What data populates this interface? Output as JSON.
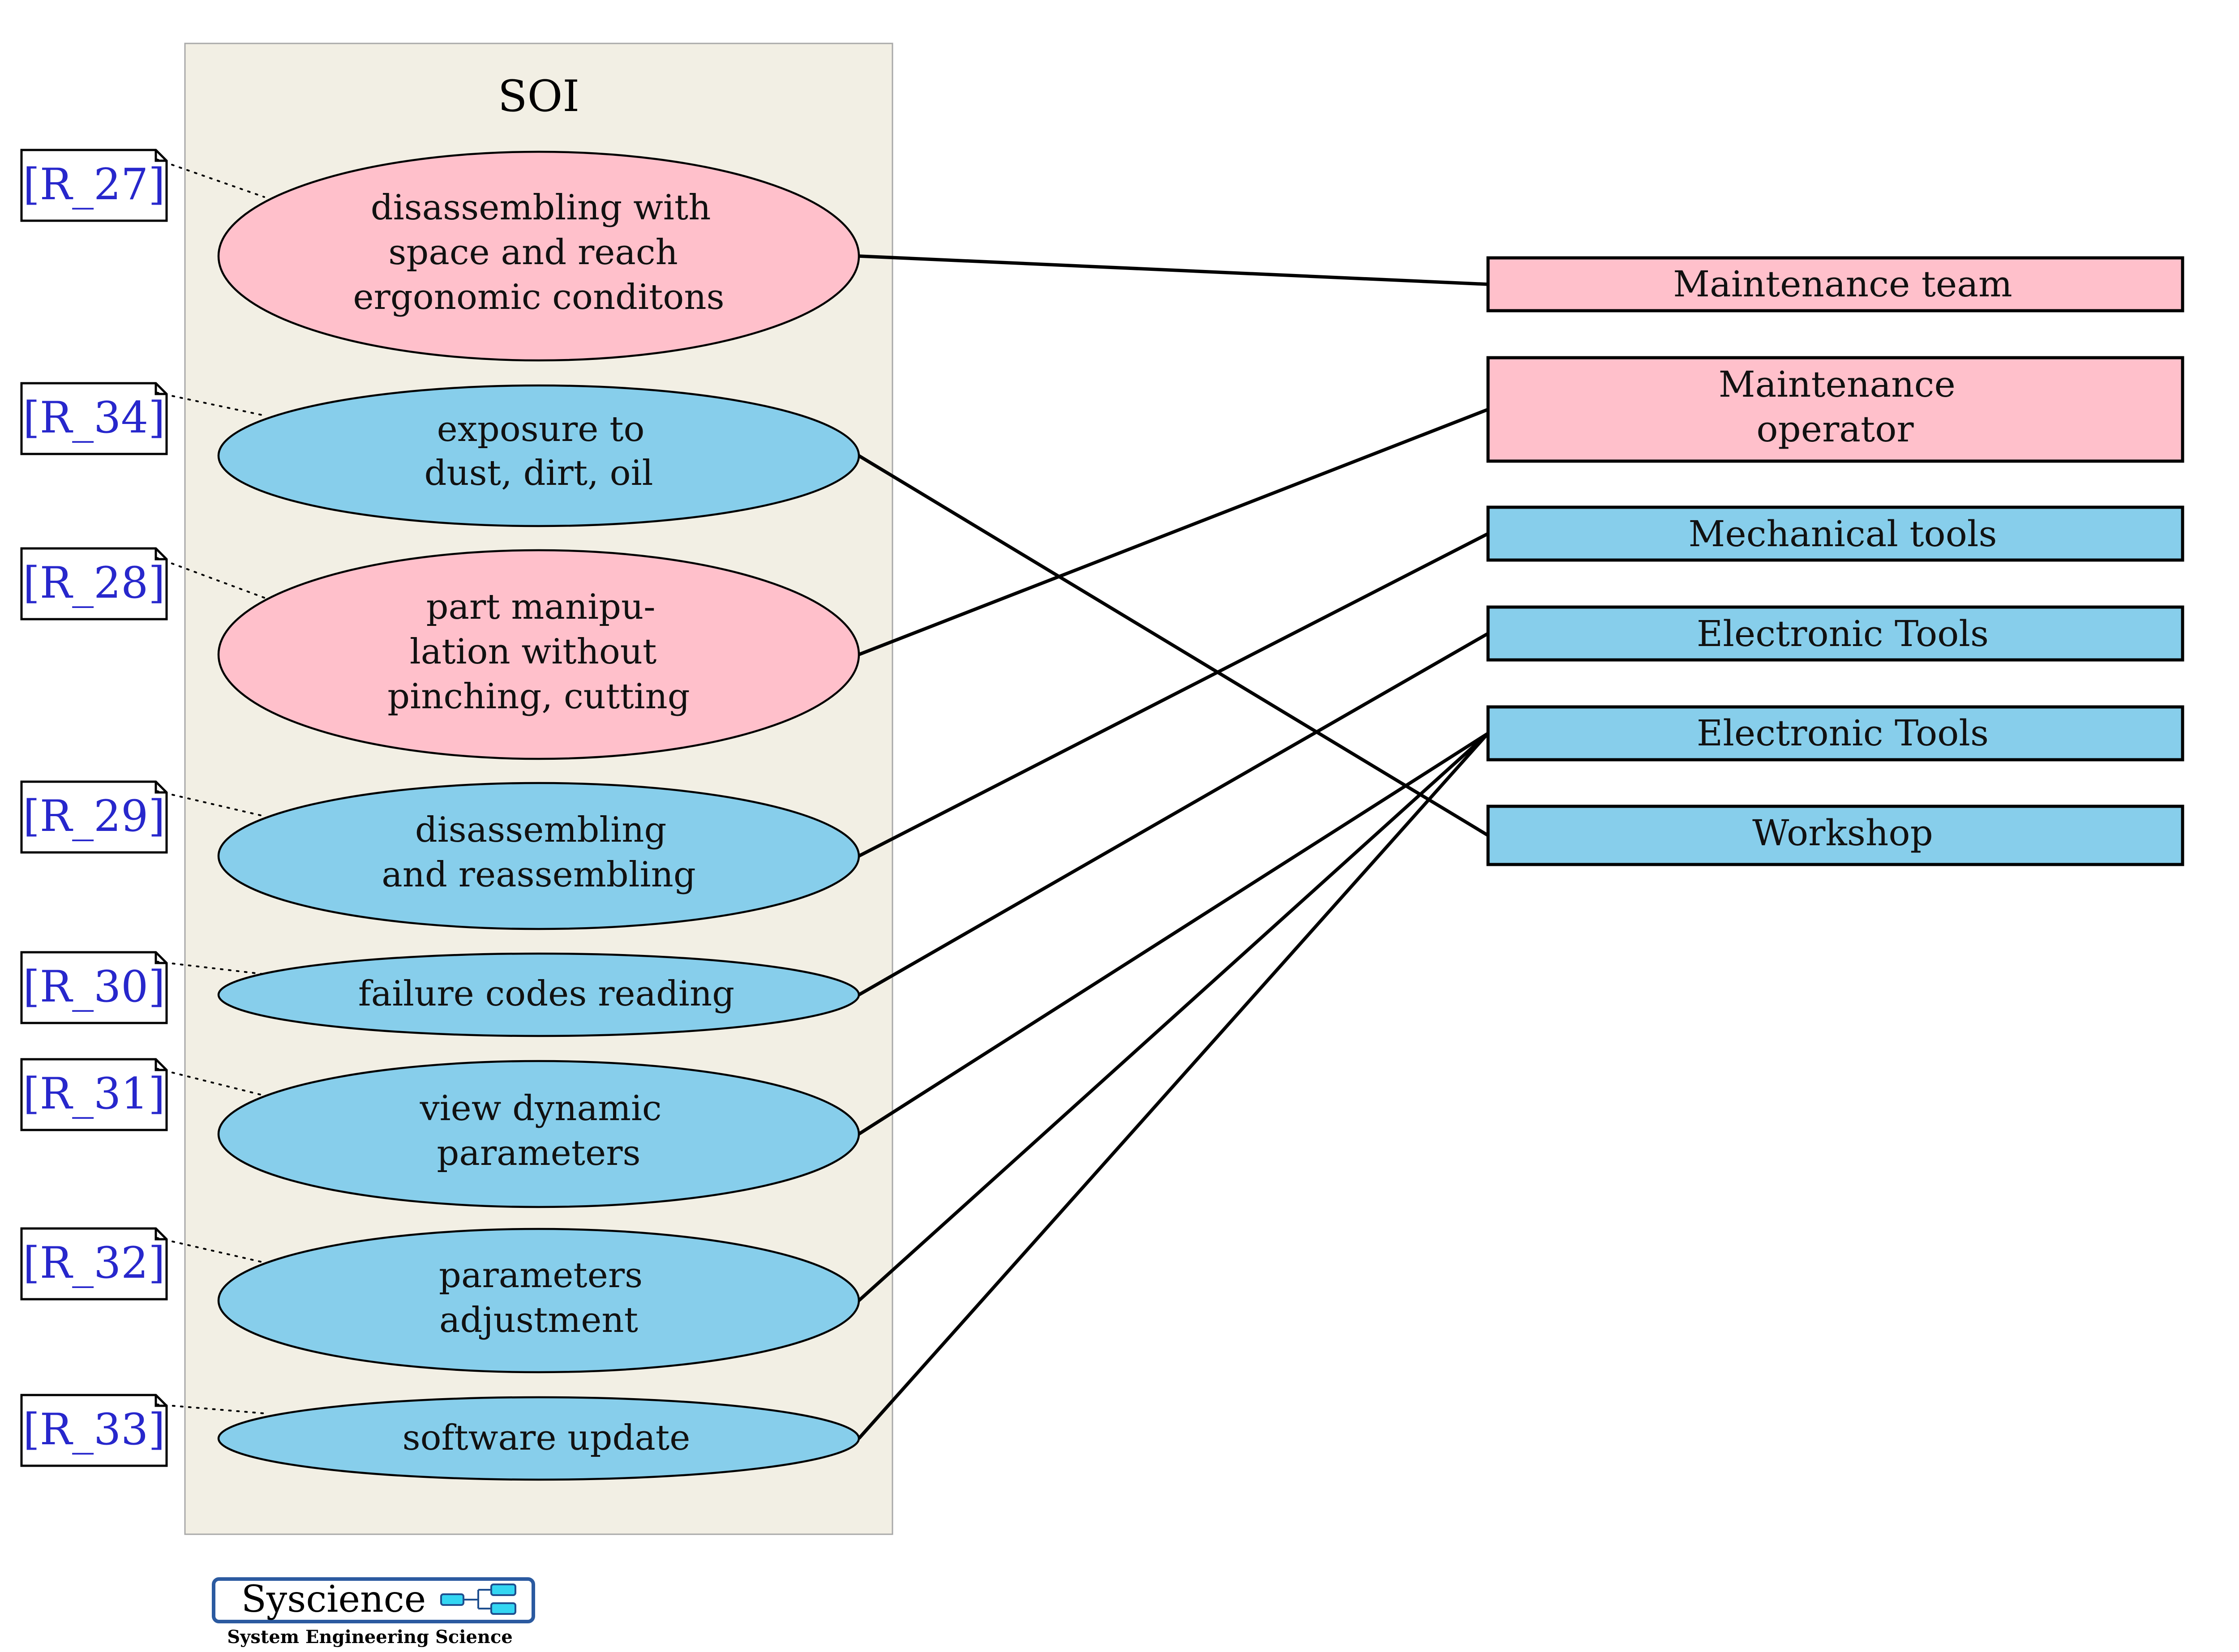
{
  "soi": {
    "title": "SOI"
  },
  "use_cases": [
    {
      "id": "uc27",
      "lines": [
        "disassembling with",
        "space and reach",
        "ergonomic conditons"
      ],
      "color": "#ffc0cb"
    },
    {
      "id": "uc34",
      "lines": [
        "exposure to",
        "dust, dirt, oil"
      ],
      "color": "#87ceeb"
    },
    {
      "id": "uc28",
      "lines": [
        "part manipu-",
        "lation without",
        "pinching, cutting"
      ],
      "color": "#ffc0cb"
    },
    {
      "id": "uc29",
      "lines": [
        "disassembling",
        "and reassembling"
      ],
      "color": "#87ceeb"
    },
    {
      "id": "uc30",
      "lines": [
        "failure codes reading"
      ],
      "color": "#87ceeb"
    },
    {
      "id": "uc31",
      "lines": [
        "view dynamic",
        "parameters"
      ],
      "color": "#87ceeb"
    },
    {
      "id": "uc32",
      "lines": [
        "parameters",
        "adjustment"
      ],
      "color": "#87ceeb"
    },
    {
      "id": "uc33",
      "lines": [
        "software update"
      ],
      "color": "#87ceeb"
    }
  ],
  "requirements": [
    {
      "label": "[R_27]",
      "use_case": "uc27"
    },
    {
      "label": "[R_34]",
      "use_case": "uc34"
    },
    {
      "label": "[R_28]",
      "use_case": "uc28"
    },
    {
      "label": "[R_29]",
      "use_case": "uc29"
    },
    {
      "label": "[R_30]",
      "use_case": "uc30"
    },
    {
      "label": "[R_31]",
      "use_case": "uc31"
    },
    {
      "label": "[R_32]",
      "use_case": "uc32"
    },
    {
      "label": "[R_33]",
      "use_case": "uc33"
    }
  ],
  "actors": [
    {
      "id": "a1",
      "lines": [
        "Maintenance team"
      ],
      "color": "#ffc0cb"
    },
    {
      "id": "a2",
      "lines": [
        "Maintenance",
        "operator"
      ],
      "color": "#ffc0cb"
    },
    {
      "id": "a3",
      "lines": [
        "Mechanical tools"
      ],
      "color": "#87ceeb"
    },
    {
      "id": "a4",
      "lines": [
        "Electronic Tools"
      ],
      "color": "#87ceeb"
    },
    {
      "id": "a5",
      "lines": [
        "Electronic Tools"
      ],
      "color": "#87ceeb"
    },
    {
      "id": "a6",
      "lines": [
        "Workshop"
      ],
      "color": "#87ceeb"
    }
  ],
  "links": [
    {
      "from": "uc27",
      "to": "a1"
    },
    {
      "from": "uc34",
      "to": "a6"
    },
    {
      "from": "uc28",
      "to": "a2"
    },
    {
      "from": "uc29",
      "to": "a3"
    },
    {
      "from": "uc30",
      "to": "a4"
    },
    {
      "from": "uc31",
      "to": "a5"
    },
    {
      "from": "uc32",
      "to": "a5"
    },
    {
      "from": "uc33",
      "to": "a5"
    }
  ],
  "logo": {
    "title": "Syscience",
    "subtitle": "System Engineering Science",
    "icon": "block-diagram-icon"
  }
}
